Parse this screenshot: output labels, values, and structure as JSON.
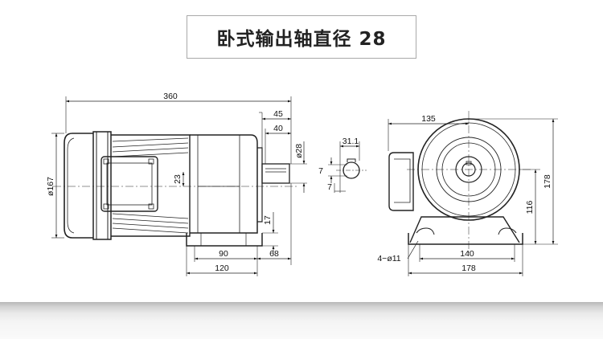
{
  "header": {
    "title": "卧式输出轴直径 28"
  },
  "side_view": {
    "dims": {
      "overall_length": "360",
      "shaft_length_outer": "45",
      "shaft_length_inner": "40",
      "shaft_diameter": "ø28",
      "motor_diameter": "ø167",
      "terminal_height": "23",
      "base_height": "17",
      "foot_pitch": "90",
      "foot_to_end": "68",
      "base_length": "120"
    }
  },
  "shaft_section": {
    "dims": {
      "key_height": "31.1",
      "key_width_top": "7",
      "key_width_bottom": "7"
    }
  },
  "end_view": {
    "dims": {
      "width_top": "135",
      "center_height": "116",
      "overall_height": "178",
      "mount_holes": "4−ø11",
      "hole_pitch": "140",
      "base_width": "178"
    }
  }
}
